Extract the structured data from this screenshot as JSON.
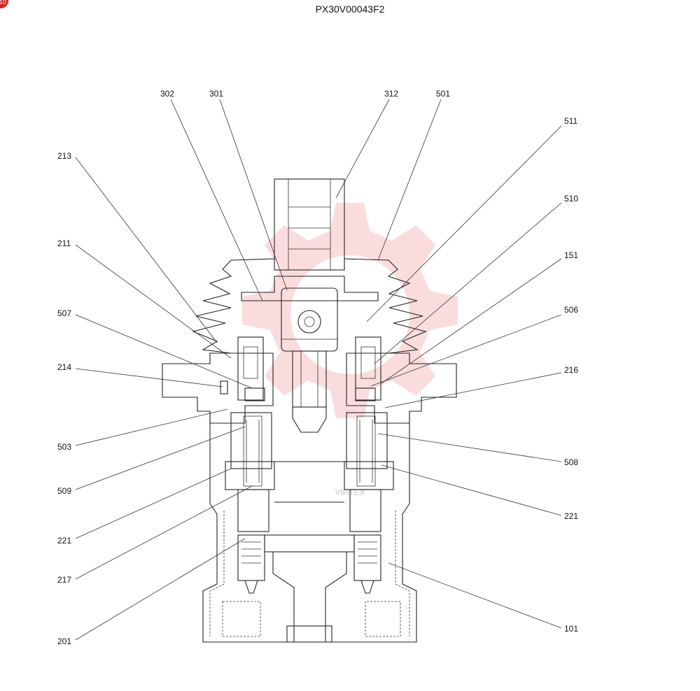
{
  "title": "PX30V00043F2",
  "badge": "10",
  "watermark": {
    "text": "VIHTEX",
    "color": "#e8262b"
  },
  "parts": {
    "p302": "302",
    "p301": "301",
    "p312": "312",
    "p501": "501",
    "p511": "511",
    "p213": "213",
    "p510": "510",
    "p211": "211",
    "p151": "151",
    "p507": "507",
    "p506": "506",
    "p214": "214",
    "p216": "216",
    "p503": "503",
    "p508": "508",
    "p509": "509",
    "p221l": "221",
    "p221r": "221",
    "p217": "217",
    "p201": "201",
    "p101": "101"
  }
}
